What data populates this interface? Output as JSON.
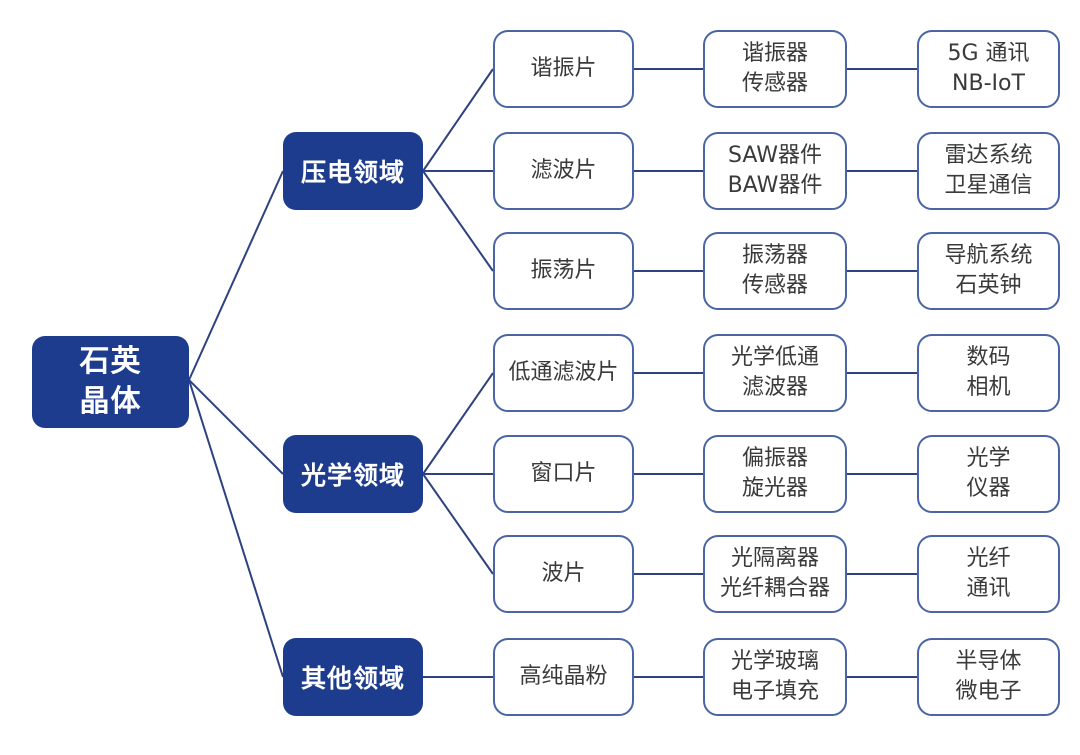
{
  "palette": {
    "node_fill": "#1e3c8e",
    "node_text": "#ffffff",
    "box_border": "#4a64a5",
    "box_text": "#3a3a3a",
    "line": "#2e4180",
    "background": "#ffffff"
  },
  "root": {
    "label": "石英\n晶体"
  },
  "categories": [
    {
      "label": "压电领域"
    },
    {
      "label": "光学领域"
    },
    {
      "label": "其他领域"
    }
  ],
  "rows": [
    {
      "category_index": 0,
      "component": "谐振片",
      "device": "谐振器\n传感器",
      "application": "5G 通讯\nNB-IoT"
    },
    {
      "category_index": 0,
      "component": "滤波片",
      "device": "SAW器件\nBAW器件",
      "application": "雷达系统\n卫星通信"
    },
    {
      "category_index": 0,
      "component": "振荡片",
      "device": "振荡器\n传感器",
      "application": "导航系统\n石英钟"
    },
    {
      "category_index": 1,
      "component": "低通滤波片",
      "device": "光学低通\n滤波器",
      "application": "数码\n相机"
    },
    {
      "category_index": 1,
      "component": "窗口片",
      "device": "偏振器\n旋光器",
      "application": "光学\n仪器"
    },
    {
      "category_index": 1,
      "component": "波片",
      "device": "光隔离器\n光纤耦合器",
      "application": "光纤\n通讯"
    },
    {
      "category_index": 2,
      "component": "高纯晶粉",
      "device": "光学玻璃\n电子填充",
      "application": "半导体\n微电子"
    }
  ]
}
